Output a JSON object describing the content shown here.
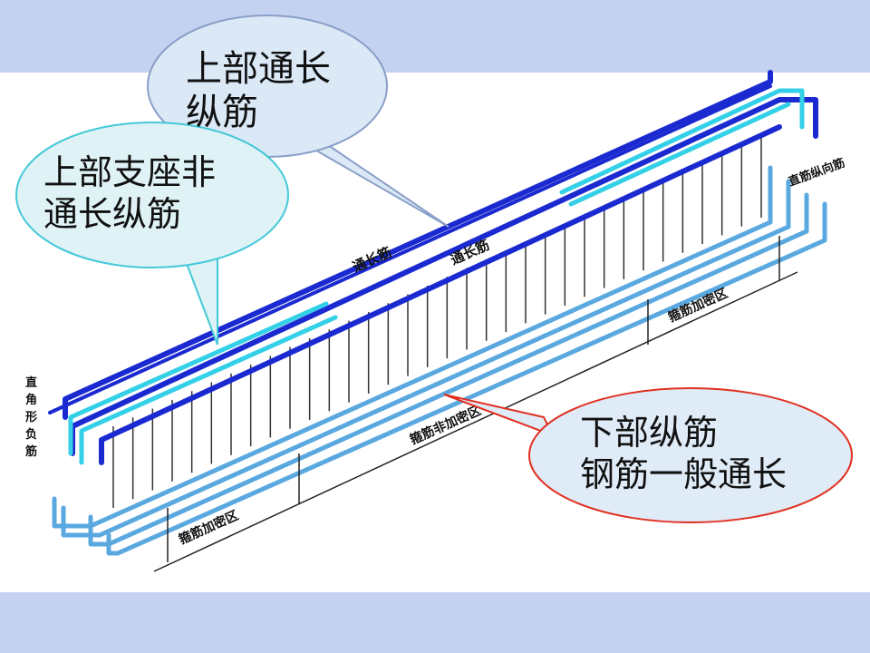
{
  "callouts": {
    "top_continuous": {
      "line1": "上部通长",
      "line2": "纵筋"
    },
    "top_support": {
      "line1": "上部支座非",
      "line2": "通长纵筋"
    },
    "bottom": {
      "line1": "下部纵筋",
      "line2": "钢筋一般通长"
    }
  },
  "labels": {
    "continuous_bar_1": "通长筋",
    "continuous_bar_2": "通长筋",
    "right_angle_neg": [
      "直",
      "角",
      "形",
      "负",
      "筋"
    ],
    "stirrup_dense_left": "箍筋加密区",
    "stirrup_nondense": "箍筋非加密区",
    "stirrup_dense_right": "箍筋加密区",
    "longitudinal_bar": "直筋纵向筋"
  },
  "colors": {
    "band": "#c5d1f0",
    "top_rebar": "#1a2ad0",
    "support_rebar": "#33d0e8",
    "bottom_rebar": "#5aa8e0",
    "bubble_blue_fill": "#dbe9f6",
    "bubble_blue_stroke": "#8a9fc8",
    "bubble_cyan_fill": "#dff3f6",
    "bubble_cyan_stroke": "#44c8d8",
    "bubble_red_fill": "#e0ebf8",
    "bubble_red_stroke": "#e03020"
  }
}
